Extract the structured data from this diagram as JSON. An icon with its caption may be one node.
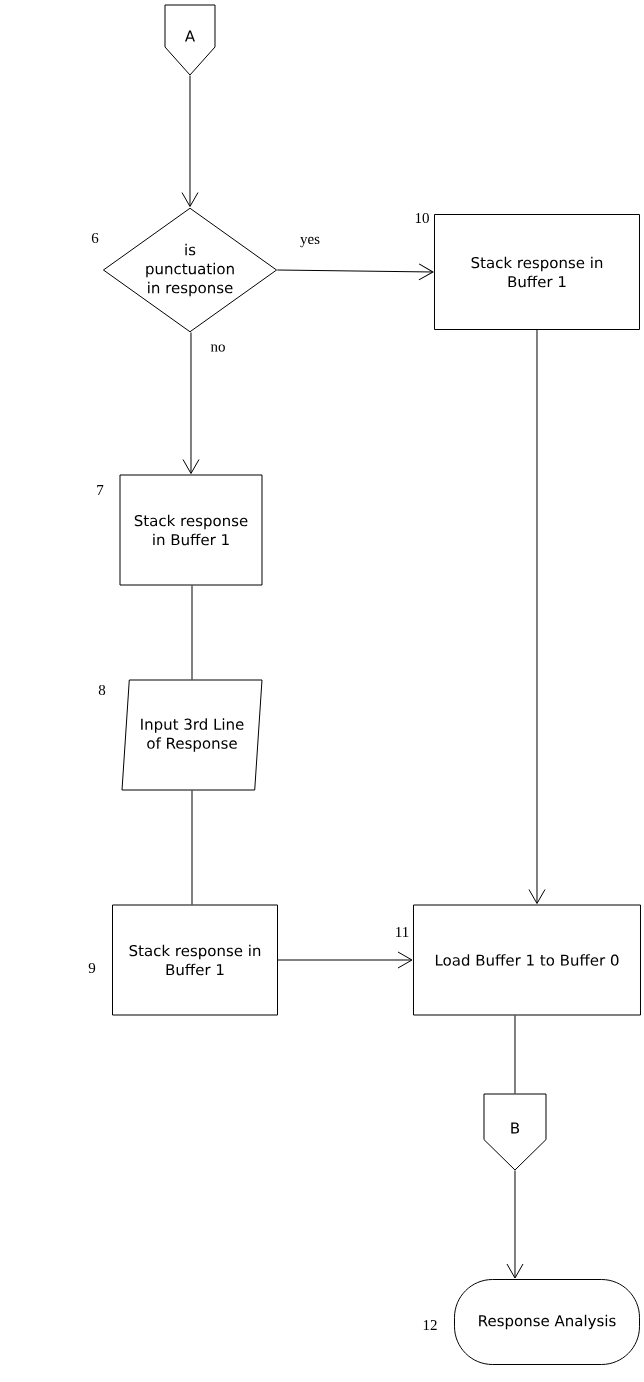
{
  "diagram": {
    "nodes": [
      {
        "text": [
          "A"
        ]
      },
      {
        "text": [
          "is punctuation in response"
        ],
        "beside": [
          "6"
        ]
      },
      {
        "text": [
          "Stack response in Buffer 1"
        ],
        "beside": [
          "10"
        ]
      },
      {
        "text": [
          "Stack response in Buffer 1"
        ],
        "beside": [
          "7"
        ]
      },
      {
        "text": [
          "Input 3rd Line of Response"
        ],
        "beside": [
          "8"
        ]
      },
      {
        "text": [
          "Stack response in Buffer 1"
        ],
        "beside": [
          "9"
        ]
      },
      {
        "text": [
          "Load Buffer 1 to Buffer 0"
        ],
        "beside": [
          "11"
        ]
      },
      {
        "text": [
          "B"
        ]
      },
      {
        "text": [
          "Response Analysis"
        ],
        "beside": [
          "12"
        ]
      }
    ],
    "edges": [
      {
        "from": 0,
        "to": 1,
        "arrow": "to"
      },
      {
        "from": 1,
        "to": 2,
        "arrow": "to",
        "label": "yes"
      },
      {
        "from": 1,
        "to": 3,
        "arrow": "to",
        "label": "no"
      },
      {
        "from": 3,
        "to": 4,
        "arrow": "none"
      },
      {
        "from": 4,
        "to": 5,
        "arrow": "none"
      },
      {
        "from": 5,
        "to": 6,
        "arrow": "to"
      },
      {
        "from": 2,
        "to": 6,
        "arrow": "to"
      },
      {
        "from": 6,
        "to": 7,
        "arrow": "none"
      },
      {
        "from": 7,
        "to": 8,
        "arrow": "to"
      }
    ]
  }
}
